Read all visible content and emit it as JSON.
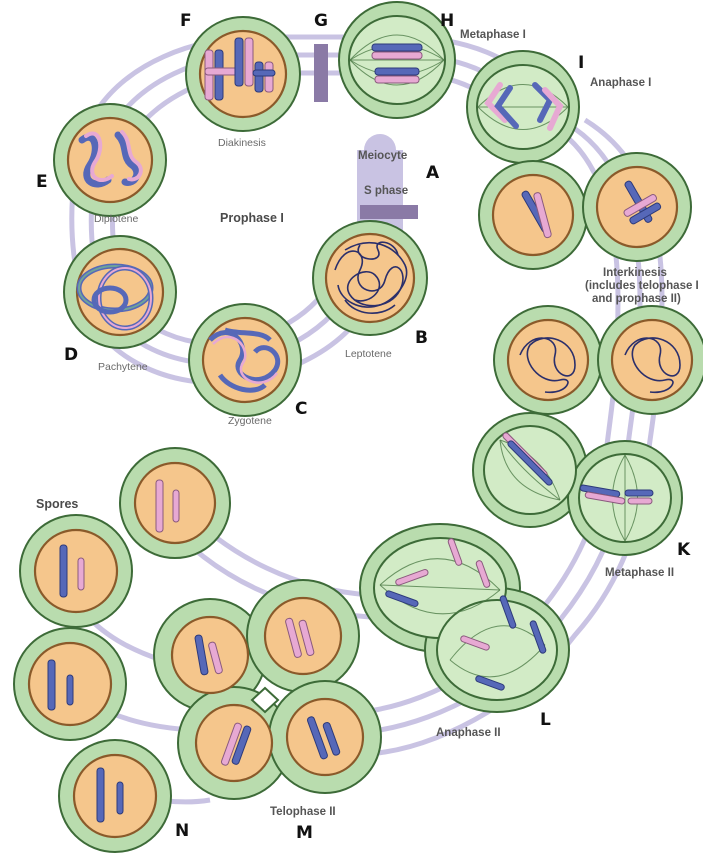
{
  "letters": {
    "a": "A",
    "b": "B",
    "c": "C",
    "d": "D",
    "e": "E",
    "f": "F",
    "g": "G",
    "h": "H",
    "i": "I",
    "k": "K",
    "l": "L",
    "m": "M",
    "n": "N"
  },
  "stages": {
    "metaphase1": "Metaphase I",
    "anaphase1": "Anaphase I",
    "meiocyte": "Meiocyte",
    "sphase": "S phase",
    "prophase1": "Prophase I",
    "interkinesis_1": "Interkinesis",
    "interkinesis_2": "(includes telophase I",
    "interkinesis_3": "and prophase II)",
    "metaphase2": "Metaphase II",
    "anaphase2": "Anaphase II",
    "telophase2": "Telophase II",
    "spores": "Spores"
  },
  "substages": {
    "diakinesis": "Diakinesis",
    "diplotene": "Diplotene",
    "pachytene": "Pachytene",
    "zygotene": "Zygotene",
    "leptotene": "Leptotene"
  },
  "colors": {
    "track": "#c9c3e3",
    "cytoplasm": "#b9dcae",
    "nucleus": "#f5c68c",
    "chromosome_blue": "#5668b8",
    "chromosome_pink": "#e7a9d3",
    "checkpoint": "#8a7aa6"
  }
}
